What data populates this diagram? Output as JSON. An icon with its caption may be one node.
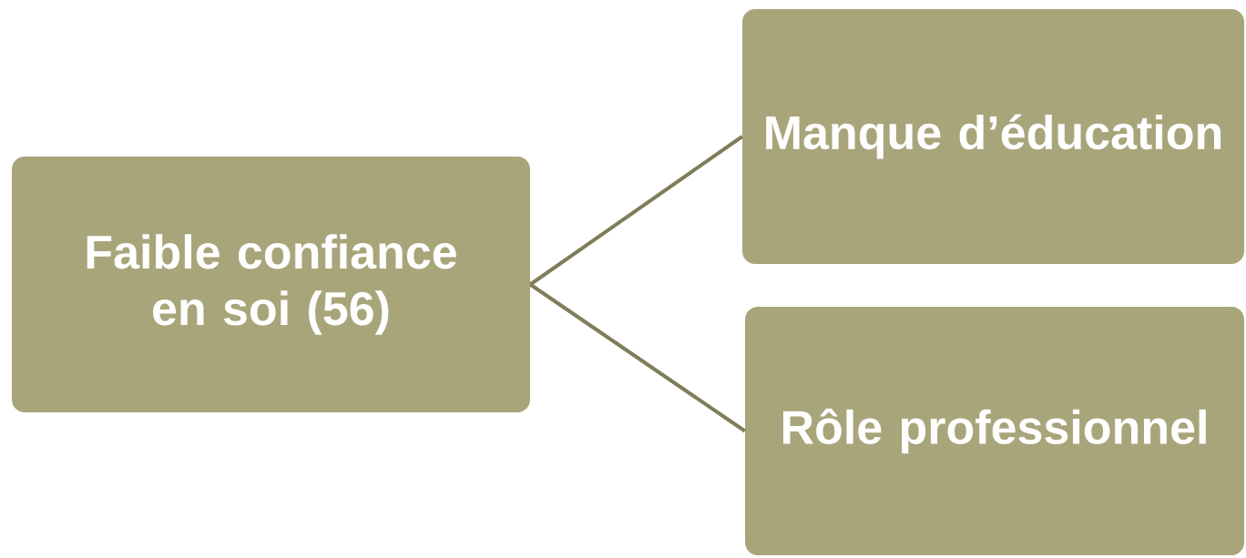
{
  "diagram": {
    "nodes": [
      {
        "text": [
          "Faible confiance en soi (56)"
        ]
      },
      {
        "text": [
          "Manque d’éducation"
        ]
      },
      {
        "text": [
          "Rôle professionnel"
        ]
      }
    ],
    "edges": [
      {
        "from": 0,
        "to": 1,
        "arrow": "none"
      },
      {
        "from": 0,
        "to": 2,
        "arrow": "none"
      }
    ]
  }
}
